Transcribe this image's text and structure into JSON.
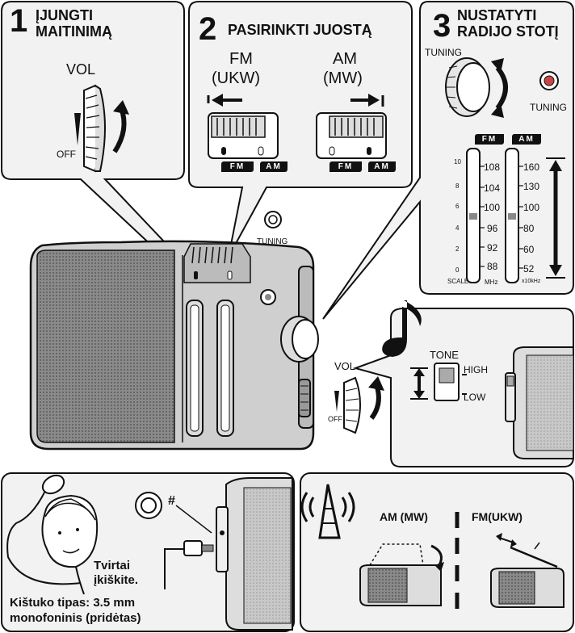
{
  "step1": {
    "number": "1",
    "title_line1": "ĮJUNGTI",
    "title_line2": "MAITINIMĄ",
    "vol_label": "VOL",
    "off_label": "OFF"
  },
  "step2": {
    "number": "2",
    "title": "PASIRINKTI JUOSTĄ",
    "fm_label": "FM",
    "fm_sub": "(UKW)",
    "am_label": "AM",
    "am_sub": "(MW)",
    "fm_badge": "FM",
    "am_badge": "AM"
  },
  "step3": {
    "number": "3",
    "title_line1": "NUSTATYTI",
    "title_line2": "RADIJO STOTĮ",
    "tuning_knob_label": "TUNING",
    "tuning_led_label": "TUNING",
    "fm_badge": "FM",
    "am_badge": "AM",
    "scale_values": [
      "10",
      "8",
      "6",
      "4",
      "2",
      "0"
    ],
    "fm_values": [
      "108",
      "104",
      "100",
      "96",
      "92",
      "88"
    ],
    "am_values": [
      "160",
      "130",
      "100",
      "80",
      "60",
      "52"
    ],
    "scale_label": "SCALE",
    "fm_unit": "MHz",
    "am_unit": "x10kHz"
  },
  "radio": {
    "tuning_label": "TUNING",
    "vol_label": "VOL",
    "off_label": "OFF"
  },
  "tone": {
    "label": "TONE",
    "high": "HIGH",
    "low": "LOW"
  },
  "earphone": {
    "jack_symbol": "#",
    "instruction_line1": "Tvirtai",
    "instruction_line2": "įkiškite.",
    "plug_type_line1": "Kištuko tipas: 3.5 mm",
    "plug_type_line2": "monofoninis (pridėtas)"
  },
  "antenna": {
    "am_label": "AM (MW)",
    "fm_label": "FM(UKW)"
  },
  "colors": {
    "line": "#111111",
    "panel": "#f2f2f2",
    "radio_body": "#d8d8d8",
    "radio_dark": "#555555"
  }
}
